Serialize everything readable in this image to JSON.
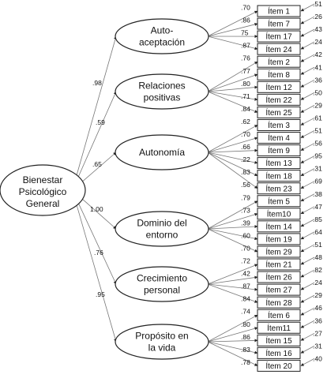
{
  "general": {
    "label": [
      "Bienestar",
      "Psicológico",
      "General"
    ]
  },
  "factors": [
    {
      "label": [
        "Auto-",
        "aceptación"
      ],
      "loading": ".98",
      "items": [
        {
          "label": "Ítem 1",
          "loading": ".70",
          "error": ".51"
        },
        {
          "label": "Ítem 7",
          "loading": ".86",
          "error": ".26"
        },
        {
          "label": "Ítem 17",
          "loading": "75",
          "error": ".43"
        },
        {
          "label": "Ítem 24",
          "loading": ".87",
          "error": ".24"
        }
      ]
    },
    {
      "label": [
        "Relaciones",
        "positivas"
      ],
      "loading": ".59",
      "items": [
        {
          "label": "Ítem 2",
          "loading": ".76",
          "error": ".42"
        },
        {
          "label": "Ítem 8",
          "loading": ".77",
          "error": ".41"
        },
        {
          "label": "Ítem 12",
          "loading": ".80",
          "error": ".36"
        },
        {
          "label": "Ítem 22",
          "loading": ".71",
          "error": ".50"
        },
        {
          "label": "Ítem 25",
          "loading": ".84",
          "error": ".29"
        }
      ]
    },
    {
      "label": [
        "Autonomía"
      ],
      "loading": ".65",
      "items": [
        {
          "label": "Ítem 3",
          "loading": ".62",
          "error": ".61"
        },
        {
          "label": "Ítem 4",
          "loading": ".70",
          "error": ".51"
        },
        {
          "label": "Ítem 9",
          "loading": ".66",
          "error": ".56"
        },
        {
          "label": "Ítem 13",
          "loading": ".22",
          "error": ".95"
        },
        {
          "label": "Ítem 18",
          "loading": ".83",
          "error": ".31"
        },
        {
          "label": "Ítem 23",
          "loading": ".56",
          "error": ".69"
        }
      ]
    },
    {
      "label": [
        "Dominio del",
        "entorno"
      ],
      "loading": "1.00",
      "items": [
        {
          "label": "Ítem 5",
          "loading": ".79",
          "error": ".38"
        },
        {
          "label": "Ítem10",
          "loading": ".73",
          "error": ".47"
        },
        {
          "label": "Ítem 14",
          "loading": ".39",
          "error": ".85"
        },
        {
          "label": "Ítem 19",
          "loading": ".60",
          "error": ".64"
        },
        {
          "label": "Ítem 29",
          "loading": ".70",
          "error": ".51"
        }
      ]
    },
    {
      "label": [
        "Crecimiento",
        "personal"
      ],
      "loading": ".76",
      "items": [
        {
          "label": "Ítem 21",
          "loading": ".72",
          "error": ".48"
        },
        {
          "label": "Ítem 26",
          "loading": ".42",
          "error": ".82"
        },
        {
          "label": "Ítem 27",
          "loading": ".87",
          "error": ".24"
        },
        {
          "label": "Ítem 28",
          "loading": ".84",
          "error": ".29"
        }
      ]
    },
    {
      "label": [
        "Propósito en",
        "la vida"
      ],
      "loading": ".95",
      "items": [
        {
          "label": "Ítem 6",
          "loading": ".74",
          "error": ".46"
        },
        {
          "label": "Ítem11",
          "loading": ".80",
          "error": ".36"
        },
        {
          "label": "Ítem 15",
          "loading": ".86",
          "error": ".27"
        },
        {
          "label": "Ítem 16",
          "loading": ".83",
          "error": ".31"
        },
        {
          "label": "Ítem 20",
          "loading": ".78",
          "error": ".40"
        }
      ]
    }
  ]
}
